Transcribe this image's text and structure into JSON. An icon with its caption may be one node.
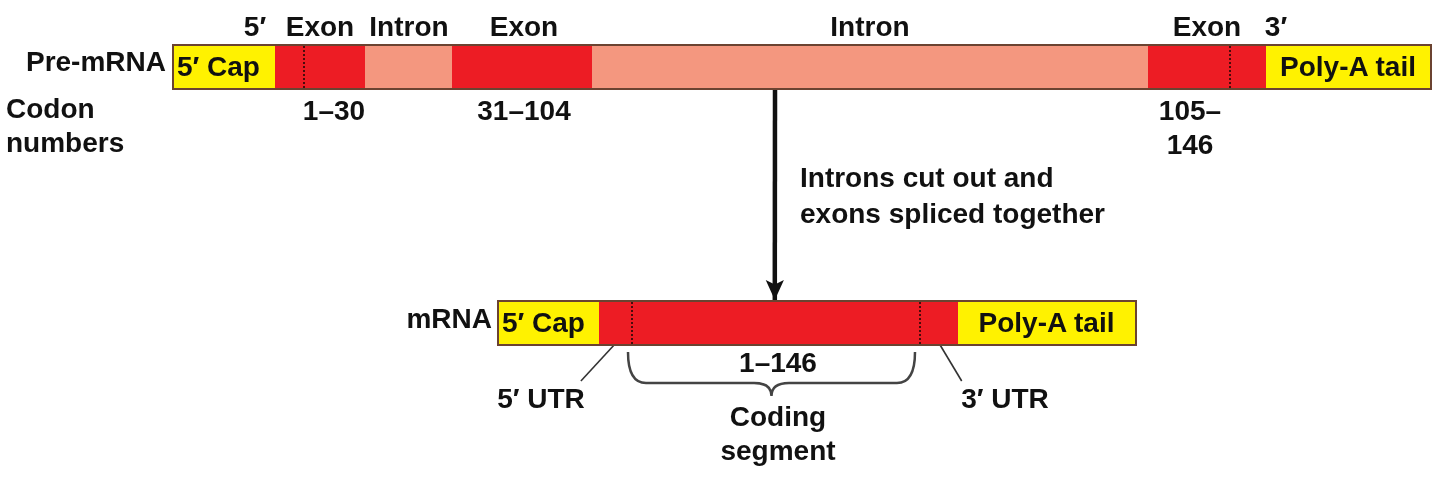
{
  "diagram": {
    "nodes": [
      {
        "text": [
          "Pre-mRNA"
        ]
      },
      {
        "text": [
          "5′ Cap"
        ],
        "in": 0
      },
      {
        "text": [
          "Exon"
        ],
        "in": 0,
        "beside": [
          "1–30"
        ]
      },
      {
        "text": [
          "Intron"
        ],
        "in": 0
      },
      {
        "text": [
          "Exon"
        ],
        "in": 0,
        "beside": [
          "31–104"
        ]
      },
      {
        "text": [
          "Intron"
        ],
        "in": 0
      },
      {
        "text": [
          "Exon"
        ],
        "in": 0,
        "beside": [
          "105– 146"
        ]
      },
      {
        "text": [
          "Poly-A tail"
        ],
        "in": 0
      },
      {
        "text": [
          "mRNA"
        ]
      },
      {
        "text": [
          "5′ Cap"
        ],
        "in": 8
      },
      {
        "text": [],
        "shape": "bar",
        "in": 8
      },
      {
        "text": [],
        "shape": "bar",
        "in": 8,
        "beside": [
          "1–146",
          "Coding segment"
        ]
      },
      {
        "text": [],
        "shape": "bar",
        "in": 8
      },
      {
        "text": [
          "Poly-A tail"
        ],
        "in": 8
      },
      {
        "text": [
          "5′ UTR"
        ]
      },
      {
        "text": [
          "3′ UTR"
        ]
      }
    ],
    "edges": [
      {
        "from": 0,
        "to": 8,
        "arrow": "to",
        "label": "Introns cut out and exons spliced together",
        "style": "thick"
      },
      {
        "from": 14,
        "to": 10,
        "arrow": "none"
      },
      {
        "from": 15,
        "to": 12,
        "arrow": "none"
      }
    ],
    "labels": [
      "5′",
      "3′",
      "Codon numbers"
    ]
  }
}
